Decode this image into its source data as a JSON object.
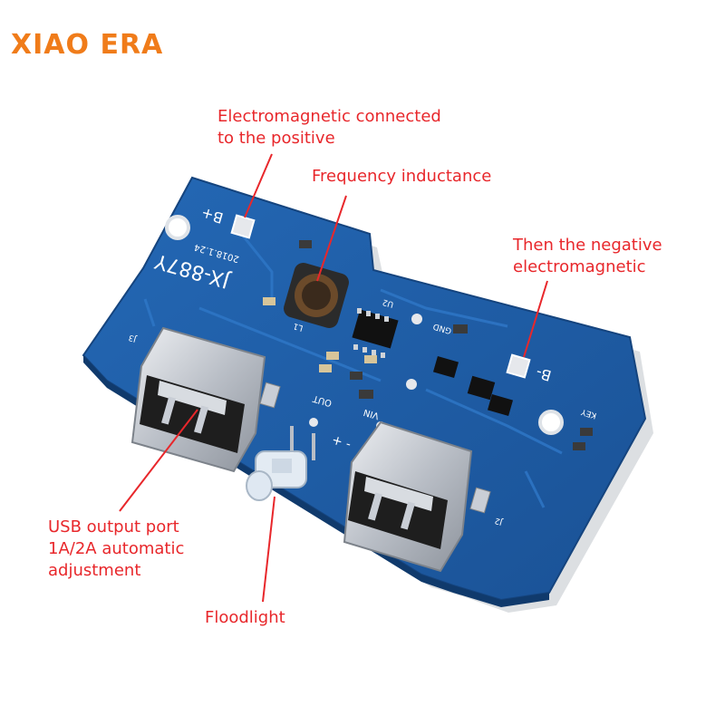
{
  "brand": {
    "name": "XIAO ERA"
  },
  "colors": {
    "brand": "#f07c1a",
    "annotation": "#e8272b",
    "pcb": "#1f5fa8",
    "pcb_dark": "#174a87",
    "silkscreen": "#ffffff",
    "metal": "#c9ced6"
  },
  "callouts": {
    "positive": {
      "line1": "Electromagnetic connected",
      "line2": "to the positive"
    },
    "inductance": {
      "line1": "Frequency inductance"
    },
    "negative": {
      "line1": "Then the negative",
      "line2": "electromagnetic"
    },
    "usb": {
      "line1": "USB output port",
      "line2": "1A/2A automatic",
      "line3": "adjustment"
    },
    "floodlight": {
      "line1": "Floodlight"
    }
  },
  "board": {
    "silk": {
      "model": "JX-887Y",
      "date": "2018.1.24",
      "b_plus": "B+",
      "b_minus": "B-",
      "gnd": "GND",
      "vin": "VIN",
      "out": "OUT",
      "key": "KEY",
      "u2": "U2",
      "l1": "L1",
      "j3": "J3",
      "j2": "J2",
      "plus_minus": "+ -"
    }
  },
  "icons": [
    "usb-port-icon",
    "led-icon",
    "inductor-icon",
    "chip-icon"
  ]
}
